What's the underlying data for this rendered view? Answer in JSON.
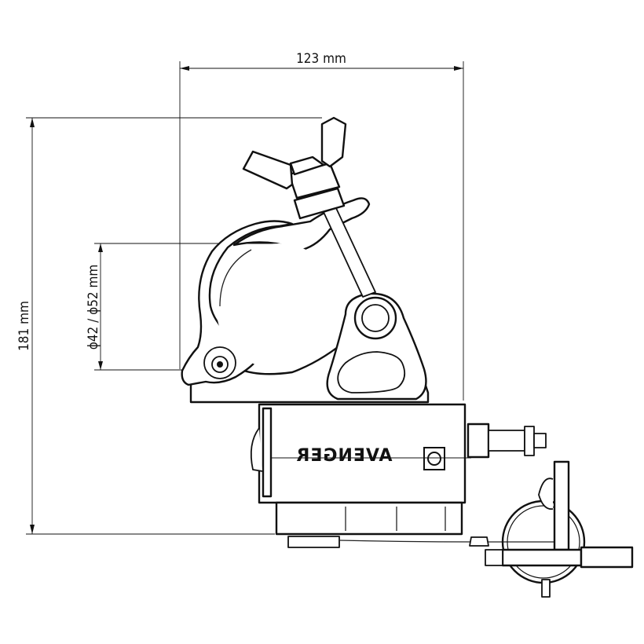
{
  "dimensions": {
    "width_label": "123 mm",
    "height_label": "181 mm",
    "diameter_label": "ϕ42 / ϕ52 mm"
  },
  "brand": {
    "name": "AVENGER"
  }
}
